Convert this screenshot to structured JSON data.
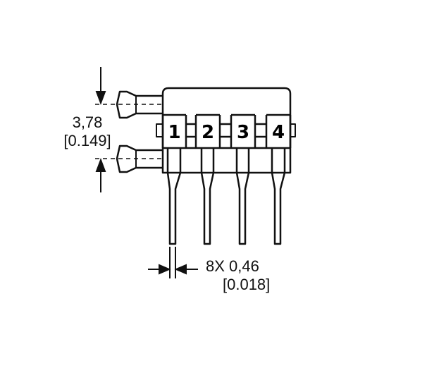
{
  "dimension_vertical": {
    "metric": "3,78",
    "imperial": "[0.149]"
  },
  "dimension_pin_width": {
    "metric": "8X 0,46",
    "imperial": "[0.018]"
  },
  "pin_labels": [
    "1",
    "2",
    "3",
    "4"
  ],
  "colors": {
    "line": "#111111",
    "background": "#ffffff"
  }
}
